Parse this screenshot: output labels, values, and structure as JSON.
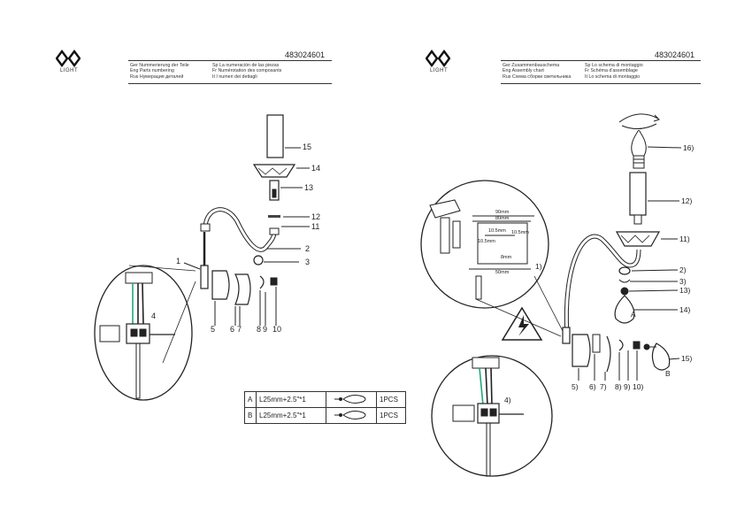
{
  "left": {
    "logo_text": "LIGHT",
    "doc_number": "483024601",
    "header_col1": [
      "Ger Nummerierung der Teile",
      "Eng Parts numbering",
      "Rus Нумерация деталей"
    ],
    "header_col2": [
      "Sp La numeración de las piezas",
      "Fr Numérotation des composants",
      "It I numeri dei dettagli"
    ],
    "parts": [
      "15",
      "14",
      "13",
      "12",
      "11",
      "2",
      "3",
      "1",
      "4",
      "5",
      "6",
      "7",
      "8",
      "9",
      "10"
    ],
    "table": {
      "rows": [
        {
          "letter": "A",
          "spec": "L25mm+2.5\"*1",
          "qty": "1PCS"
        },
        {
          "letter": "B",
          "spec": "L25mm+2.5\"*1",
          "qty": "1PCS"
        }
      ]
    }
  },
  "right": {
    "logo_text": "LIGHT",
    "doc_number": "483024601",
    "header_col1": [
      "Ger Zusammenbauschema",
      "Eng Assembly chart",
      "Rus Схема сборки светильника"
    ],
    "header_col2": [
      "Sp Lo schema di montaggio",
      "Fr Schéma d'assemblage",
      "It Lo schema di montaggio"
    ],
    "parts": [
      "16)",
      "12)",
      "11)",
      "2)",
      "3)",
      "13)",
      "14)",
      "A",
      "15)",
      "B",
      "1)",
      "4)",
      "5)",
      "6)",
      "7)",
      "8)",
      "9)",
      "10)"
    ],
    "dims": [
      "90mm",
      "80mm",
      "10.5mm",
      "10.5mm",
      "10.5mm",
      "8mm",
      "50mm"
    ]
  }
}
